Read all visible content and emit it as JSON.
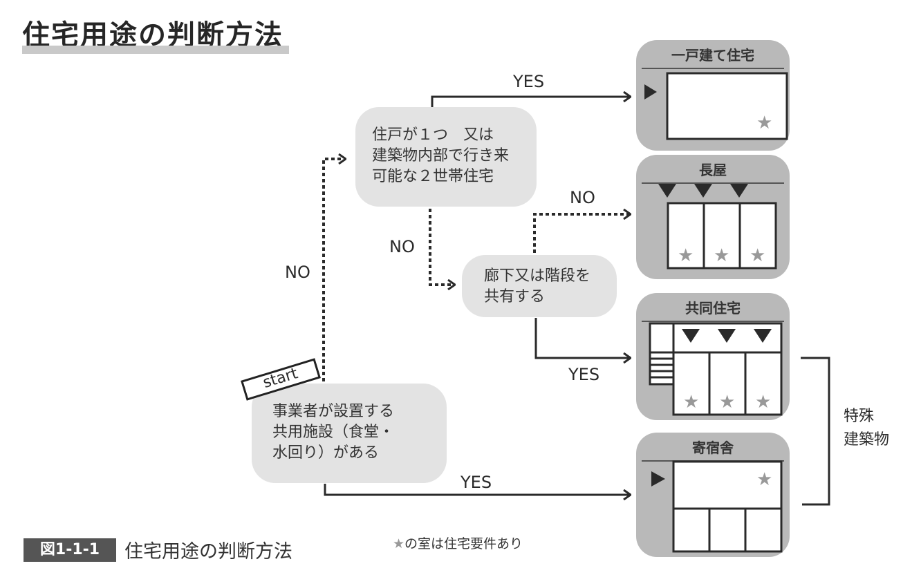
{
  "header": {
    "title": "住宅用途の判断方法"
  },
  "start_label": "start",
  "nodes": {
    "start_question": {
      "lines": [
        "事業者が設置する",
        "共用施設（食堂・",
        "水回り）がある"
      ]
    },
    "question_one_dwelling": {
      "lines": [
        "住戸が１つ　又は",
        "建築物内部で行き来",
        "可能な２世帯住宅"
      ]
    },
    "question_shared_corridor": {
      "lines": [
        "廊下又は階段を",
        "共有する"
      ]
    }
  },
  "edges": {
    "start_no": "NO",
    "start_yes": "YES",
    "q1_yes": "YES",
    "q1_no": "NO",
    "q2_no": "NO",
    "q2_yes": "YES"
  },
  "outcomes": [
    {
      "title": "一戸建て住宅",
      "type": "detached",
      "stars": 1
    },
    {
      "title": "長屋",
      "type": "row-house",
      "stars": 3
    },
    {
      "title": "共同住宅",
      "type": "apartment",
      "stars": 3
    },
    {
      "title": "寄宿舎",
      "type": "dormitory",
      "stars": 1
    }
  ],
  "bracket_label": {
    "lines": [
      "特殊",
      "建築物"
    ]
  },
  "caption": {
    "badge": "図1-1-1",
    "text": "住宅用途の判断方法"
  },
  "legend": {
    "star": "★",
    "text": "の室は住宅要件あり"
  },
  "colors": {
    "node_fill": "#e3e3e3",
    "card_fill": "#b9b9b9",
    "star": "#999999",
    "line": "#2a2a2a"
  }
}
